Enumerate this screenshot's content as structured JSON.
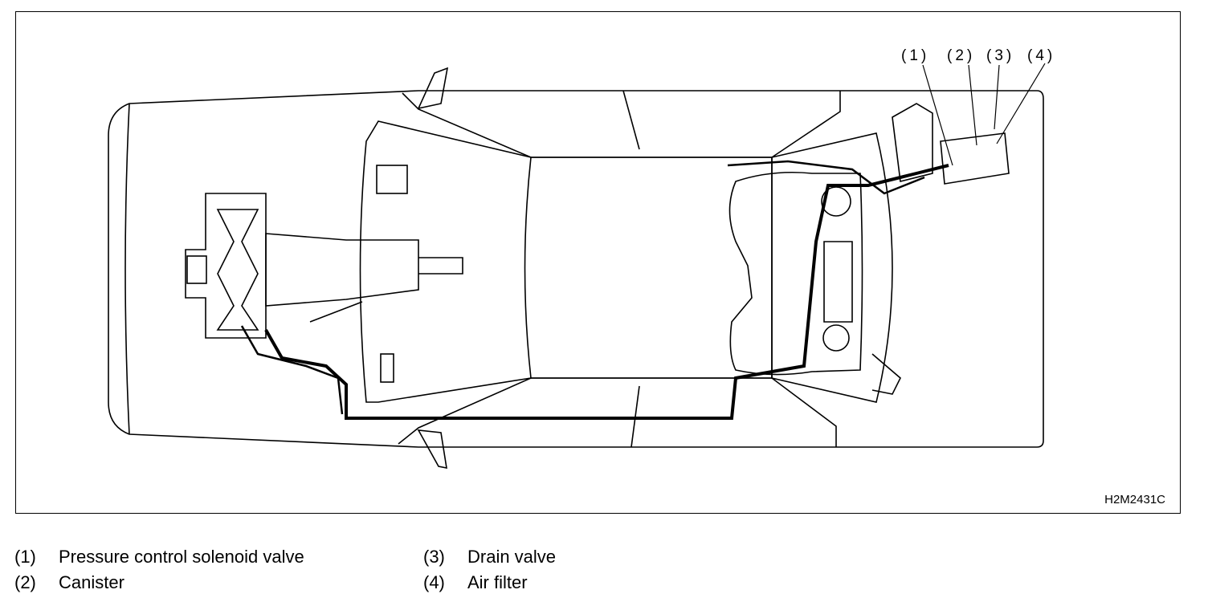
{
  "callouts": [
    "(1)",
    "(2)",
    "(3)",
    "(4)"
  ],
  "figure_code": "H2M2431C",
  "legend": [
    {
      "num": "(1)",
      "label": "Pressure control solenoid valve"
    },
    {
      "num": "(2)",
      "label": "Canister"
    },
    {
      "num": "(3)",
      "label": "Drain valve"
    },
    {
      "num": "(4)",
      "label": "Air filter"
    }
  ]
}
